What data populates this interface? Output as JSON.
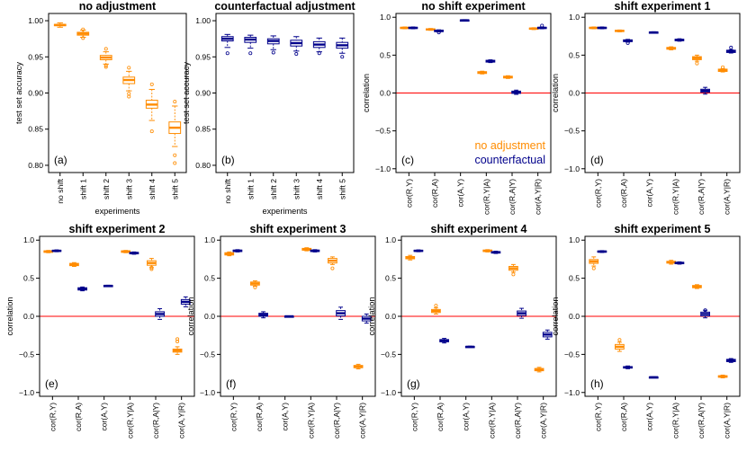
{
  "colors": {
    "orange": "#ff8c00",
    "navy": "#00008b",
    "zero_line": "#ff0000"
  },
  "legend": {
    "no_adjustment": "no adjustment",
    "counterfactual": "counterfactual",
    "placement": "bottom-right of panel (c)"
  },
  "chart_data": [
    {
      "type": "boxplot",
      "label": "(a)",
      "title": "no adjustment",
      "xlabel": "experiments",
      "ylabel": "test set accuracy",
      "categories": [
        "no shift",
        "shift 1",
        "shift 2",
        "shift 3",
        "shift 4",
        "shift 5"
      ],
      "ylim": [
        0.79,
        1.01
      ],
      "yticks": [
        0.8,
        0.85,
        0.9,
        0.95,
        1.0
      ],
      "yticklabels": [
        "0.80",
        "0.85",
        "0.90",
        "0.95",
        "1.00"
      ],
      "series": [
        {
          "color": "orange",
          "offset": 0,
          "boxes": [
            {
              "q1": 0.993,
              "med": 0.994,
              "q3": 0.995,
              "lo": 0.991,
              "hi": 0.997,
              "out": []
            },
            {
              "q1": 0.98,
              "med": 0.982,
              "q3": 0.984,
              "lo": 0.977,
              "hi": 0.987,
              "out": [
                0.976,
                0.988
              ]
            },
            {
              "q1": 0.946,
              "med": 0.949,
              "q3": 0.952,
              "lo": 0.94,
              "hi": 0.957,
              "out": [
                0.936,
                0.938,
                0.961
              ]
            },
            {
              "q1": 0.913,
              "med": 0.918,
              "q3": 0.922,
              "lo": 0.903,
              "hi": 0.93,
              "out": [
                0.895,
                0.899,
                0.935
              ]
            },
            {
              "q1": 0.879,
              "med": 0.884,
              "q3": 0.89,
              "lo": 0.862,
              "hi": 0.905,
              "out": [
                0.847,
                0.912
              ]
            },
            {
              "q1": 0.844,
              "med": 0.852,
              "q3": 0.86,
              "lo": 0.826,
              "hi": 0.882,
              "out": [
                0.803,
                0.814,
                0.888
              ]
            }
          ]
        }
      ]
    },
    {
      "type": "boxplot",
      "label": "(b)",
      "title": "counterfactual adjustment",
      "xlabel": "experiments",
      "ylabel": "test set accuracy",
      "categories": [
        "no shift",
        "shift 1",
        "shift 2",
        "shift 3",
        "shift 4",
        "shift 5"
      ],
      "ylim": [
        0.79,
        1.01
      ],
      "yticks": [
        0.8,
        0.85,
        0.9,
        0.95,
        1.0
      ],
      "yticklabels": [
        "0.80",
        "0.85",
        "0.90",
        "0.95",
        "1.00"
      ],
      "series": [
        {
          "color": "navy",
          "offset": 0,
          "boxes": [
            {
              "q1": 0.972,
              "med": 0.975,
              "q3": 0.978,
              "lo": 0.963,
              "hi": 0.981,
              "out": [
                0.955
              ]
            },
            {
              "q1": 0.97,
              "med": 0.974,
              "q3": 0.977,
              "lo": 0.962,
              "hi": 0.98,
              "out": [
                0.955
              ]
            },
            {
              "q1": 0.968,
              "med": 0.972,
              "q3": 0.975,
              "lo": 0.96,
              "hi": 0.979,
              "out": [
                0.956
              ]
            },
            {
              "q1": 0.965,
              "med": 0.969,
              "q3": 0.973,
              "lo": 0.958,
              "hi": 0.978,
              "out": [
                0.954
              ]
            },
            {
              "q1": 0.963,
              "med": 0.967,
              "q3": 0.971,
              "lo": 0.957,
              "hi": 0.976,
              "out": [
                0.955
              ]
            },
            {
              "q1": 0.962,
              "med": 0.966,
              "q3": 0.97,
              "lo": 0.955,
              "hi": 0.976,
              "out": [
                0.95
              ]
            }
          ]
        }
      ]
    },
    {
      "type": "boxplot",
      "label": "(c)",
      "title": "no shift experiment",
      "ylabel": "correlation",
      "categories": [
        "cor(R,Y)",
        "cor(R,A)",
        "cor(A,Y)",
        "cor(R,Y|A)",
        "cor(R,A|Y)",
        "cor(A,Y|R)"
      ],
      "ylim": [
        -1.05,
        1.05
      ],
      "yticks": [
        -1.0,
        -0.5,
        0.0,
        0.5,
        1.0
      ],
      "yticklabels": [
        "−1.0",
        "−0.5",
        "0.0",
        "0.5",
        "1.0"
      ],
      "zero_line": true,
      "series": [
        {
          "color": "orange",
          "offset": -1,
          "boxes": [
            {
              "med": 0.86,
              "half": 0.008,
              "wl": 0.012,
              "out": []
            },
            {
              "med": 0.84,
              "half": 0.008,
              "wl": 0.012,
              "out": []
            },
            null,
            {
              "med": 0.27,
              "half": 0.012,
              "wl": 0.018,
              "out": []
            },
            {
              "med": 0.21,
              "half": 0.012,
              "wl": 0.018,
              "out": []
            },
            {
              "med": 0.85,
              "half": 0.008,
              "wl": 0.012,
              "out": []
            }
          ]
        },
        {
          "color": "navy",
          "offset": 1,
          "boxes": [
            {
              "med": 0.86,
              "half": 0.008,
              "wl": 0.012,
              "out": []
            },
            {
              "med": 0.82,
              "half": 0.01,
              "wl": 0.014,
              "out": [
                0.8
              ]
            },
            {
              "med": 0.96,
              "half": 0.005,
              "wl": 0.008,
              "out": []
            },
            {
              "med": 0.42,
              "half": 0.012,
              "wl": 0.018,
              "out": []
            },
            {
              "med": 0.01,
              "half": 0.015,
              "wl": 0.028,
              "out": []
            },
            {
              "med": 0.86,
              "half": 0.008,
              "wl": 0.012,
              "out": [
                0.89
              ]
            }
          ]
        }
      ]
    },
    {
      "type": "boxplot",
      "label": "(d)",
      "title": "shift experiment 1",
      "ylabel": "correlation",
      "categories": [
        "cor(R,Y)",
        "cor(R,A)",
        "cor(A,Y)",
        "cor(R,Y|A)",
        "cor(R,A|Y)",
        "cor(A,Y|R)"
      ],
      "ylim": [
        -1.05,
        1.05
      ],
      "yticks": [
        -1.0,
        -0.5,
        0.0,
        0.5,
        1.0
      ],
      "yticklabels": [
        "−1.0",
        "−0.5",
        "0.0",
        "0.5",
        "1.0"
      ],
      "zero_line": true,
      "series": [
        {
          "color": "orange",
          "offset": -1,
          "boxes": [
            {
              "med": 0.86,
              "half": 0.008,
              "wl": 0.012,
              "out": []
            },
            {
              "med": 0.82,
              "half": 0.008,
              "wl": 0.012,
              "out": []
            },
            null,
            {
              "med": 0.59,
              "half": 0.012,
              "wl": 0.02,
              "out": []
            },
            {
              "med": 0.46,
              "half": 0.02,
              "wl": 0.04,
              "out": [
                0.39
              ]
            },
            {
              "med": 0.3,
              "half": 0.015,
              "wl": 0.022,
              "out": [
                0.34
              ]
            }
          ]
        },
        {
          "color": "navy",
          "offset": 1,
          "boxes": [
            {
              "med": 0.86,
              "half": 0.008,
              "wl": 0.012,
              "out": []
            },
            {
              "med": 0.69,
              "half": 0.012,
              "wl": 0.018,
              "out": [
                0.66
              ]
            },
            {
              "med": 0.8,
              "half": 0.005,
              "wl": 0.008,
              "out": []
            },
            {
              "med": 0.7,
              "half": 0.01,
              "wl": 0.016,
              "out": []
            },
            {
              "med": 0.03,
              "half": 0.02,
              "wl": 0.045,
              "out": []
            },
            {
              "med": 0.55,
              "half": 0.015,
              "wl": 0.022,
              "out": [
                0.6
              ]
            }
          ]
        }
      ]
    },
    {
      "type": "boxplot",
      "label": "(e)",
      "title": "shift experiment 2",
      "ylabel": "correlation",
      "categories": [
        "cor(R,Y)",
        "cor(R,A)",
        "cor(A,Y)",
        "cor(R,Y|A)",
        "cor(R,A|Y)",
        "cor(A,Y|R)"
      ],
      "ylim": [
        -1.05,
        1.05
      ],
      "yticks": [
        -1.0,
        -0.5,
        0.0,
        0.5,
        1.0
      ],
      "yticklabels": [
        "−1.0",
        "−0.5",
        "0.0",
        "0.5",
        "1.0"
      ],
      "zero_line": true,
      "series": [
        {
          "color": "orange",
          "offset": -1,
          "boxes": [
            {
              "med": 0.85,
              "half": 0.01,
              "wl": 0.015,
              "out": []
            },
            {
              "med": 0.68,
              "half": 0.015,
              "wl": 0.025,
              "out": []
            },
            null,
            {
              "med": 0.85,
              "half": 0.01,
              "wl": 0.015,
              "out": []
            },
            {
              "med": 0.7,
              "half": 0.03,
              "wl": 0.06,
              "out": [
                0.62,
                0.64
              ]
            },
            {
              "med": -0.45,
              "half": 0.02,
              "wl": 0.05,
              "out": [
                -0.3,
                -0.33
              ]
            }
          ]
        },
        {
          "color": "navy",
          "offset": 1,
          "boxes": [
            {
              "med": 0.86,
              "half": 0.008,
              "wl": 0.012,
              "out": []
            },
            {
              "med": 0.36,
              "half": 0.015,
              "wl": 0.025,
              "out": []
            },
            {
              "med": 0.4,
              "half": 0.005,
              "wl": 0.008,
              "out": []
            },
            {
              "med": 0.83,
              "half": 0.01,
              "wl": 0.015,
              "out": []
            },
            {
              "med": 0.03,
              "half": 0.03,
              "wl": 0.07,
              "out": []
            },
            {
              "med": 0.19,
              "half": 0.03,
              "wl": 0.065,
              "out": []
            }
          ]
        }
      ]
    },
    {
      "type": "boxplot",
      "label": "(f)",
      "title": "shift experiment 3",
      "ylabel": "correlation",
      "categories": [
        "cor(R,Y)",
        "cor(R,A)",
        "cor(A,Y)",
        "cor(R,Y|A)",
        "cor(R,A|Y)",
        "cor(A,Y|R)"
      ],
      "ylim": [
        -1.05,
        1.05
      ],
      "yticks": [
        -1.0,
        -0.5,
        0.0,
        0.5,
        1.0
      ],
      "yticklabels": [
        "−1.0",
        "−0.5",
        "0.0",
        "0.5",
        "1.0"
      ],
      "zero_line": true,
      "series": [
        {
          "color": "orange",
          "offset": -1,
          "boxes": [
            {
              "med": 0.82,
              "half": 0.015,
              "wl": 0.025,
              "out": []
            },
            {
              "med": 0.43,
              "half": 0.02,
              "wl": 0.035,
              "out": [
                0.38
              ]
            },
            null,
            {
              "med": 0.88,
              "half": 0.012,
              "wl": 0.02,
              "out": []
            },
            {
              "med": 0.73,
              "half": 0.03,
              "wl": 0.05,
              "out": [
                0.63
              ]
            },
            {
              "med": -0.66,
              "half": 0.015,
              "wl": 0.03,
              "out": []
            }
          ]
        },
        {
          "color": "navy",
          "offset": 1,
          "boxes": [
            {
              "med": 0.86,
              "half": 0.01,
              "wl": 0.015,
              "out": []
            },
            {
              "med": 0.02,
              "half": 0.02,
              "wl": 0.04,
              "out": []
            },
            {
              "med": 0.0,
              "half": 0.003,
              "wl": 0.005,
              "out": []
            },
            {
              "med": 0.86,
              "half": 0.01,
              "wl": 0.015,
              "out": []
            },
            {
              "med": 0.04,
              "half": 0.035,
              "wl": 0.08,
              "out": []
            },
            {
              "med": -0.03,
              "half": 0.03,
              "wl": 0.06,
              "out": []
            }
          ]
        }
      ]
    },
    {
      "type": "boxplot",
      "label": "(g)",
      "title": "shift experiment 4",
      "ylabel": "correlation",
      "categories": [
        "cor(R,Y)",
        "cor(R,A)",
        "cor(A,Y)",
        "cor(R,Y|A)",
        "cor(R,A|Y)",
        "cor(A,Y|R)"
      ],
      "ylim": [
        -1.05,
        1.05
      ],
      "yticks": [
        -1.0,
        -0.5,
        0.0,
        0.5,
        1.0
      ],
      "yticklabels": [
        "−1.0",
        "−0.5",
        "0.0",
        "0.5",
        "1.0"
      ],
      "zero_line": true,
      "series": [
        {
          "color": "orange",
          "offset": -1,
          "boxes": [
            {
              "med": 0.77,
              "half": 0.015,
              "wl": 0.03,
              "out": []
            },
            {
              "med": 0.07,
              "half": 0.02,
              "wl": 0.04,
              "out": [
                0.14
              ]
            },
            null,
            {
              "med": 0.86,
              "half": 0.01,
              "wl": 0.015,
              "out": []
            },
            {
              "med": 0.63,
              "half": 0.025,
              "wl": 0.05,
              "out": [
                0.55
              ]
            },
            {
              "med": -0.7,
              "half": 0.015,
              "wl": 0.03,
              "out": []
            }
          ]
        },
        {
          "color": "navy",
          "offset": 1,
          "boxes": [
            {
              "med": 0.86,
              "half": 0.008,
              "wl": 0.012,
              "out": []
            },
            {
              "med": -0.32,
              "half": 0.015,
              "wl": 0.03,
              "out": []
            },
            {
              "med": -0.4,
              "half": 0.005,
              "wl": 0.008,
              "out": []
            },
            {
              "med": 0.84,
              "half": 0.01,
              "wl": 0.015,
              "out": []
            },
            {
              "med": 0.04,
              "half": 0.03,
              "wl": 0.065,
              "out": []
            },
            {
              "med": -0.24,
              "half": 0.03,
              "wl": 0.06,
              "out": []
            }
          ]
        }
      ]
    },
    {
      "type": "boxplot",
      "label": "(h)",
      "title": "shift experiment 5",
      "ylabel": "correlation",
      "categories": [
        "cor(R,Y)",
        "cor(R,A)",
        "cor(A,Y)",
        "cor(R,Y|A)",
        "cor(R,A|Y)",
        "cor(A,Y|R)"
      ],
      "ylim": [
        -1.05,
        1.05
      ],
      "yticks": [
        -1.0,
        -0.5,
        0.0,
        0.5,
        1.0
      ],
      "yticklabels": [
        "−1.0",
        "−0.5",
        "0.0",
        "0.5",
        "1.0"
      ],
      "zero_line": true,
      "series": [
        {
          "color": "orange",
          "offset": -1,
          "boxes": [
            {
              "med": 0.72,
              "half": 0.025,
              "wl": 0.06,
              "out": [
                0.63
              ]
            },
            {
              "med": -0.4,
              "half": 0.03,
              "wl": 0.06,
              "out": [
                -0.31
              ]
            },
            null,
            {
              "med": 0.71,
              "half": 0.012,
              "wl": 0.025,
              "out": []
            },
            {
              "med": 0.39,
              "half": 0.015,
              "wl": 0.025,
              "out": []
            },
            {
              "med": -0.79,
              "half": 0.01,
              "wl": 0.018,
              "out": []
            }
          ]
        },
        {
          "color": "navy",
          "offset": 1,
          "boxes": [
            {
              "med": 0.85,
              "half": 0.008,
              "wl": 0.012,
              "out": []
            },
            {
              "med": -0.67,
              "half": 0.01,
              "wl": 0.018,
              "out": []
            },
            {
              "med": -0.8,
              "half": 0.004,
              "wl": 0.006,
              "out": []
            },
            {
              "med": 0.7,
              "half": 0.01,
              "wl": 0.015,
              "out": []
            },
            {
              "med": 0.03,
              "half": 0.025,
              "wl": 0.05,
              "out": [
                0.08
              ]
            },
            {
              "med": -0.58,
              "half": 0.015,
              "wl": 0.025,
              "out": []
            }
          ]
        }
      ]
    }
  ]
}
